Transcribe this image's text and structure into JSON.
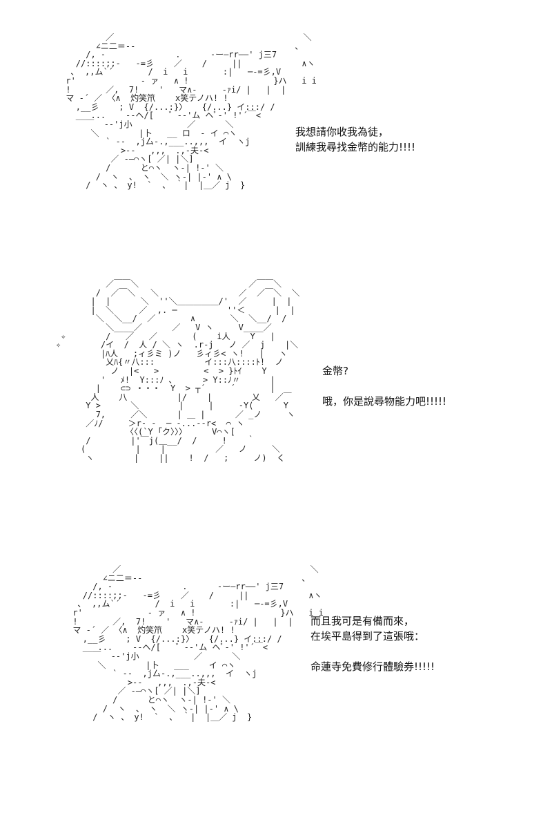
{
  "panels": [
    {
      "art": "              ／                                      ＼\n            ∠ニ二＝‐-                                ､\n          /, -              .      -ー―rr――' j三7\n        //::::;;-   -=彡    ／    /     ||            ∧ヽ\n       ､  ,,ム`´       /  i   i       :|   ─-=彡,V\n      r'             - ァ   ∧ !                 }ハ   i i\n      !       ／,  7!    '   マ∧-     -ｧi/ |   |  |\n      マ ‐´ ／ 〈∧  灼笑笊    x笑テノハ! !\n        ,__彡    ; V  {/...:}〉   {/...} イ:::/ /\n        ___...    --ヘ/[   ゛-‐'ム ヘﾟ-' !'´￣<\n          ￣  --'j小           ／      ＼\n           ＼        |卜   __ ロ  - イ ⌒ヽ\n              ` --  ,j厶-.,___..,,,  イ  ヽj\n                 >‐-   ,,,  .,-夫-<\n               ／ ‐―⌒ヽ[ ／| |＼]\n              /      と⌒ヽ  ヽ-| !-' ＼\n            /  ヽ  、 ヽ  ＼ ヽ-| |-' ∧ \\\n          /  ヽ 、 y!  `  、 ｀|  |＿／ j  }",
      "lines": [
        "我想請你收我為徒，",
        "訓練我尋找金幣的能力!!!!"
      ]
    },
    {
      "art": "              ／￣￣＼                      ／￣￣＼\n            /  ／￣＼   ＼                ／  ／￣＼  ＼\n           |  |      ＼  ''＼＿＿＿＿＿/'  ／     |  |\n           |  ＼     ／  ,. ─          ''＜      |  |\n            ＼  ＼__/  ／       ∧       ＼  ＼__/  /\n              ＼____／      ／   V ヽ     V____／\n     ✧        /   ／   ／       (    i人    Y   |\n    ✧        /イ  /  人 / ＼ ヽ  .r-j   ノ ／  j    |＼\n             |ﾊ人   ;ィ彡ミ )ノ   彡ィ彡< ヽ!   |   ヽ\n              乂ﾊ{〃八:::          イ:::八::::ﾄ!  ノ\n               ノ  |<   >         <  > }ﾄｲ    Y\n             '   ﾒ!  Y:::ﾉ ､      > Y::ﾉ〃      |\n            |    ⊂⊃ ・・・  Y  > ┬´     ´       |\n           人    八          |/    |        乂   ／￣\n          Y >      ＼        |     |     -Y(      Y\n            7,     ／＼      | ＿ |      ／ _ノ     ヽ\n          ／ﾉ/     ＞r- -  ─ -...--r<  ⌒ ヽ\n                  〈〈(`Y ｢ク〉〉〉     V⌒ヽ[\n          /        |'￣j(＿__/  /     !    ｀\n         (          |    |          ／   ノ     ＼\n          ヽ        |    ||    !  /   ;     ノ)  く",
      "lines": [
        "金幣?",
        "",
        "哦，你是說尋物能力吧!!!!!"
      ]
    },
    {
      "art": "              ／                                      ＼\n            ∠ニ二＝‐-                                ､\n          /, -              .      -ー―rr――' j三7\n        //::::;;-   -=彡    ／    /     ||            ∧ヽ\n       ､  ,,ム`´       /  i   i       :|   ─-=彡,V\n      r'             - ァ   ∧ !                 }ハ   i i\n      !       ／,  7!    '   マ∧-     -ｧi/ |   |  |\n      マ ‐´ ／ 〈∧  灼笑笊    x笑テノハ! !\n        ,__彡    ; V  {/...:}〉   {/...} イ:::/ /\n        ___...    --ヘ/[   ゛-‐'ム ヘﾟ-' !'´￣<\n          ￣  --'j小           ／      ＼\n           ＼        |卜   ___    イ ⌒ヽ\n              ` --  ,j厶-.,___..,,,  イ  ヽj\n                 >‐-   ,,,  .,-夫-<\n               ／ ‐―⌒ヽ[ ／| |＼]\n              /      と⌒ヽ  ヽ-| !-' ＼\n            /  ヽ  、 ヽ  ＼ ヽ-| |-' ∧ \\\n          /  ヽ 、 y!  `  、 ｀|  |＿／ j  }",
      "lines": [
        "而且我可是有備而來，",
        "在埃平島得到了這張哦：",
        "",
        "命蓮寺免費修行體驗券!!!!!"
      ]
    }
  ]
}
